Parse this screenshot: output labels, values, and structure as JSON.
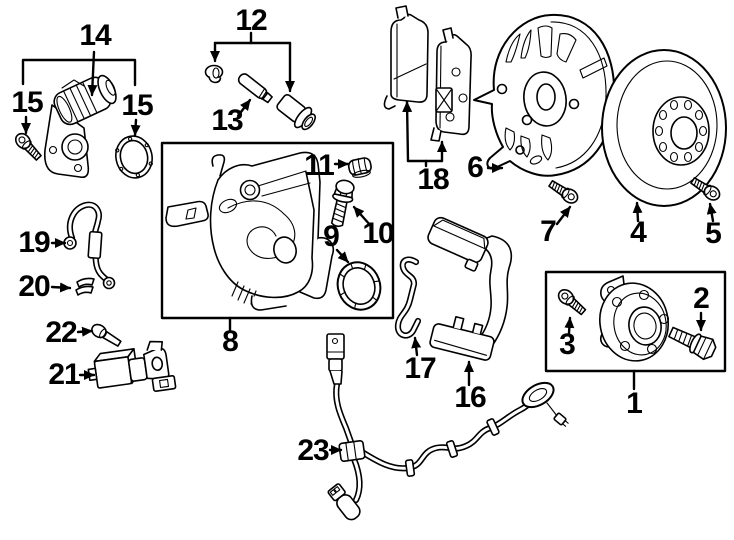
{
  "diagram": {
    "background_color": "#ffffff",
    "line_color": "#000000",
    "label_color": "#000000",
    "callouts": {
      "c1": "1",
      "c2": "2",
      "c3": "3",
      "c4": "4",
      "c5": "5",
      "c6": "6",
      "c7": "7",
      "c8": "8",
      "c9": "9",
      "c10": "10",
      "c11": "11",
      "c12": "12",
      "c13": "13",
      "c14": "14",
      "c15a": "15",
      "c15b": "15",
      "c16": "16",
      "c17": "17",
      "c18": "18",
      "c19": "19",
      "c20": "20",
      "c21": "21",
      "c22": "22",
      "c23": "23"
    }
  }
}
